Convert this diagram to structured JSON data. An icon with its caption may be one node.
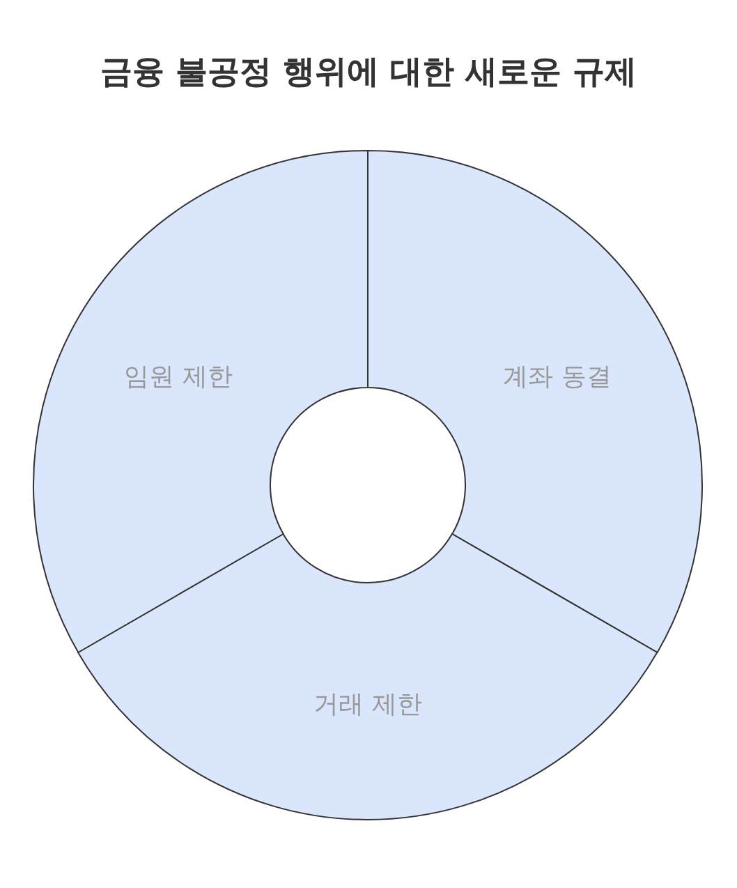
{
  "diagram": {
    "title": "금융 불공정 행위에 대한 새로운 규제",
    "nodes": [
      {
        "text": [
          "계좌 동결"
        ]
      },
      {
        "text": [
          "거래 제한"
        ]
      },
      {
        "text": [
          "임원 제한"
        ]
      }
    ]
  }
}
